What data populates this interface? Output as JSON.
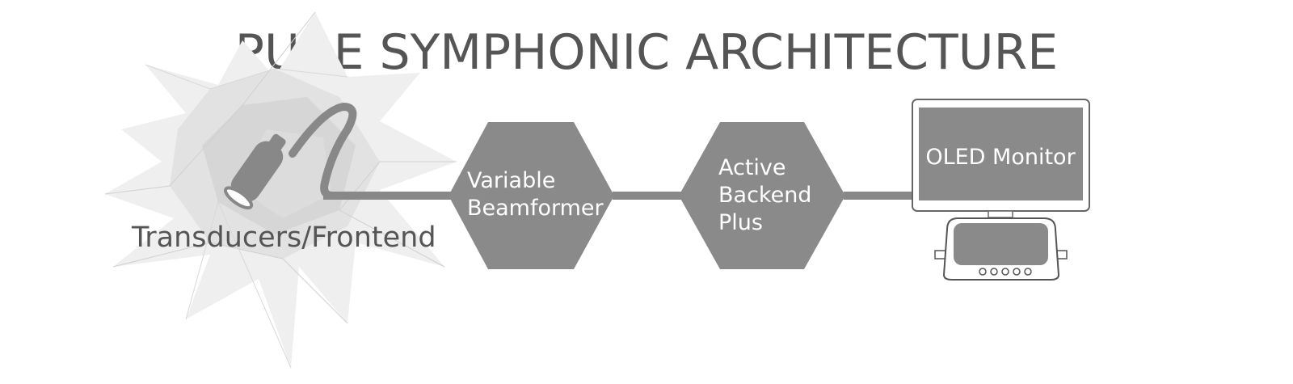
{
  "title": "PURE SYMPHONIC ARCHITECTURE",
  "nodes": {
    "transducers": {
      "label": "Transducers/Frontend"
    },
    "beamformer": {
      "line1": "Variable",
      "line2": "Beamformer"
    },
    "backend": {
      "line1": "Active",
      "line2": "Backend",
      "line3": "Plus"
    },
    "monitor": {
      "label": "OLED Monitor"
    }
  },
  "colors": {
    "title": "#555555",
    "shape_fill": "#8a8a8a",
    "connector": "#888888",
    "burst": "#cfcfcf"
  },
  "icons": {
    "probe": "ultrasound-probe-icon",
    "console": "ultrasound-console-icon"
  }
}
